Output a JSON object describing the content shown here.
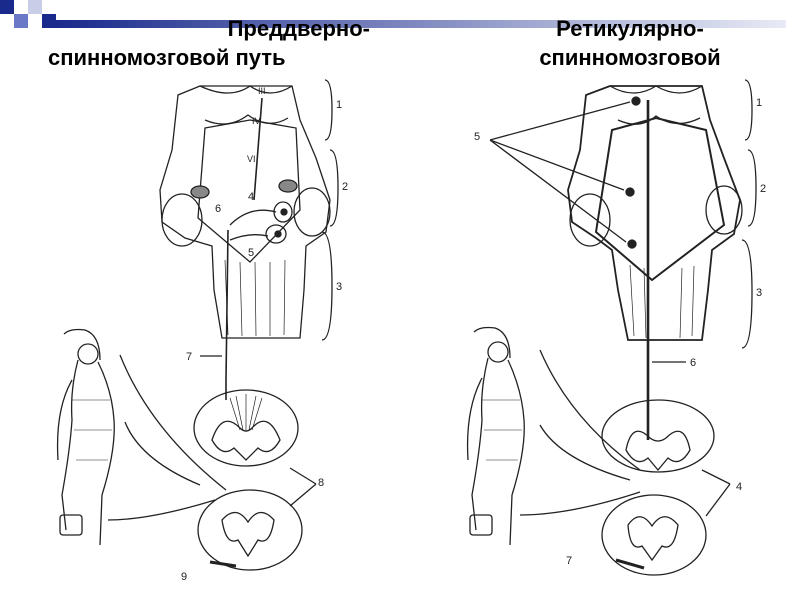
{
  "slide": {
    "accent_colors": [
      "#1a2a8c",
      "#6a78c8",
      "#c8cde8"
    ],
    "title_left": [
      "Преддверно-",
      "спинномозговой путь"
    ],
    "title_right": [
      "Ретикулярно-",
      "спинномозговой"
    ]
  },
  "left_figure": {
    "roman_labels": [
      "III",
      "IV",
      "VI"
    ],
    "number_labels": [
      "1",
      "2",
      "3",
      "4",
      "5",
      "6",
      "7",
      "8",
      "9"
    ]
  },
  "right_figure": {
    "number_labels": [
      "1",
      "2",
      "3",
      "4",
      "5",
      "6",
      "7"
    ]
  }
}
